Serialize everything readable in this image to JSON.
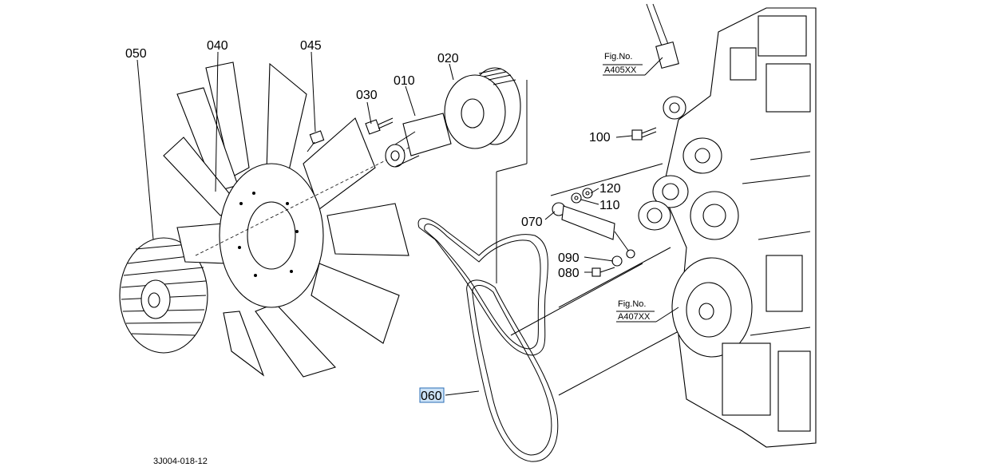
{
  "diagram": {
    "figure_id": "3J004-018-12",
    "fig_ref_prefix": "Fig.No.",
    "references": [
      {
        "code": "A405XX"
      },
      {
        "code": "A407XX"
      }
    ],
    "callouts": {
      "c050": "050",
      "c040": "040",
      "c045": "045",
      "c030": "030",
      "c010": "010",
      "c020": "020",
      "c100": "100",
      "c120": "120",
      "c110": "110",
      "c070": "070",
      "c090": "090",
      "c080": "080",
      "c060": "060"
    },
    "selected_callout": "060",
    "colors": {
      "line": "#000000",
      "highlight_fill": "#cde3f7",
      "highlight_stroke": "#2a6db5"
    }
  }
}
